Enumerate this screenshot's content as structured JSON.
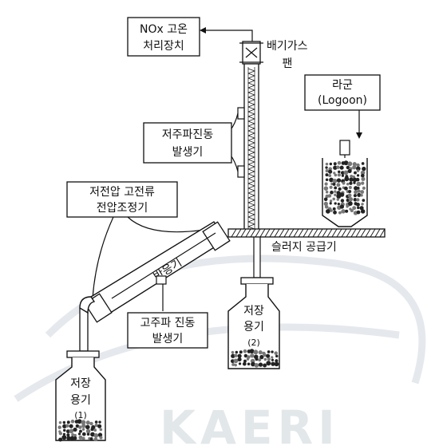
{
  "labels": {
    "nox_treatment": [
      "NOx 고온",
      "처리장치"
    ],
    "exhaust_fan": [
      "배기가스",
      "팬"
    ],
    "lagoon": [
      "라군",
      "(Logoon)"
    ],
    "low_freq_vibration": [
      "저주파진동",
      "발생기"
    ],
    "voltage_regulator": [
      "저전압 고전류",
      "전압조정기"
    ],
    "sludge_feeder": "슬러지 공급기",
    "reactor": "반응기",
    "high_freq_vibration": [
      "고주파 진동",
      "발생기"
    ],
    "storage_2": [
      "저장",
      "용기",
      "(2)"
    ],
    "storage_1": [
      "저장",
      "용기",
      "(1)"
    ]
  },
  "watermark": "KAERI"
}
